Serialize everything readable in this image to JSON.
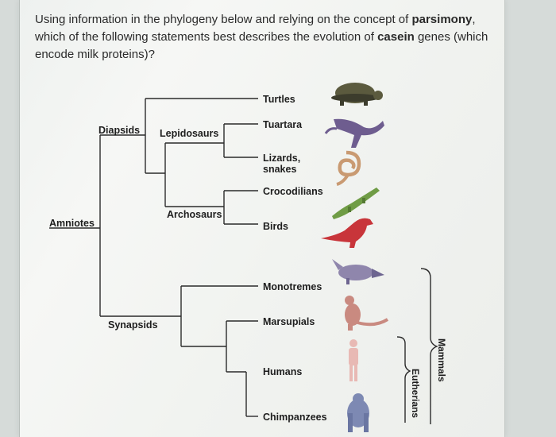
{
  "question": {
    "part1": "Using information in the phylogeny below and relying on the concept of ",
    "bold1": "parsimony",
    "part2": ", which of the following statements best describes the evolution of ",
    "bold2": "casein",
    "part3": " genes (which encode milk proteins)?"
  },
  "clades": {
    "amniotes": "Amniotes",
    "diapsids": "Diapsids",
    "lepidosaurs": "Lepidosaurs",
    "archosaurs": "Archosaurs",
    "synapsids": "Synapsids"
  },
  "taxa": {
    "turtles": "Turtles",
    "tuartara": "Tuartara",
    "lizards": "Lizards,\nsnakes",
    "crocodilians": "Crocodilians",
    "birds": "Birds",
    "monotremes": "Monotremes",
    "marsupials": "Marsupials",
    "humans": "Humans",
    "chimpanzees": "Chimpanzees"
  },
  "groups": {
    "mammals": "Mammals",
    "eutherians": "Eutherians"
  },
  "icons": [
    "turtle-icon",
    "tuatara-icon",
    "snake-icon",
    "crocodile-icon",
    "bird-icon",
    "platypus-icon",
    "kangaroo-icon",
    "human-icon",
    "chimpanzee-icon"
  ]
}
